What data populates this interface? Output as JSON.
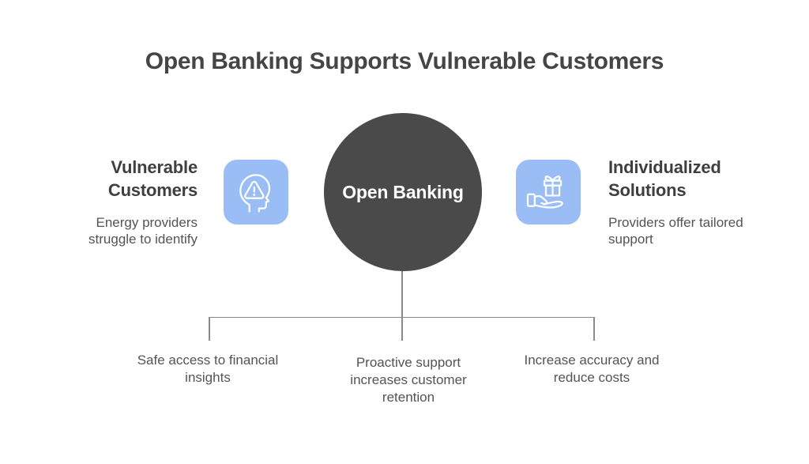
{
  "title": "Open Banking Supports Vulnerable Customers",
  "center": {
    "label": "Open Banking"
  },
  "left_node": {
    "heading": "Vulnerable Customers",
    "description": "Energy providers struggle to identify",
    "icon": "head-warning-icon"
  },
  "right_node": {
    "heading": "Individualized Solutions",
    "description": "Providers offer tailored support",
    "icon": "gift-hand-icon"
  },
  "benefits": [
    {
      "label": "Safe access to financial insights"
    },
    {
      "label": "Proactive support increases customer retention"
    },
    {
      "label": "Increase accuracy and reduce costs"
    }
  ],
  "colors": {
    "accent_blue": "#9abdf5",
    "circle_dark": "#4a4a4a",
    "title_text": "#454545",
    "heading_text": "#3f3f3f",
    "body_text": "#545454",
    "connector": "#8a8a8a"
  }
}
